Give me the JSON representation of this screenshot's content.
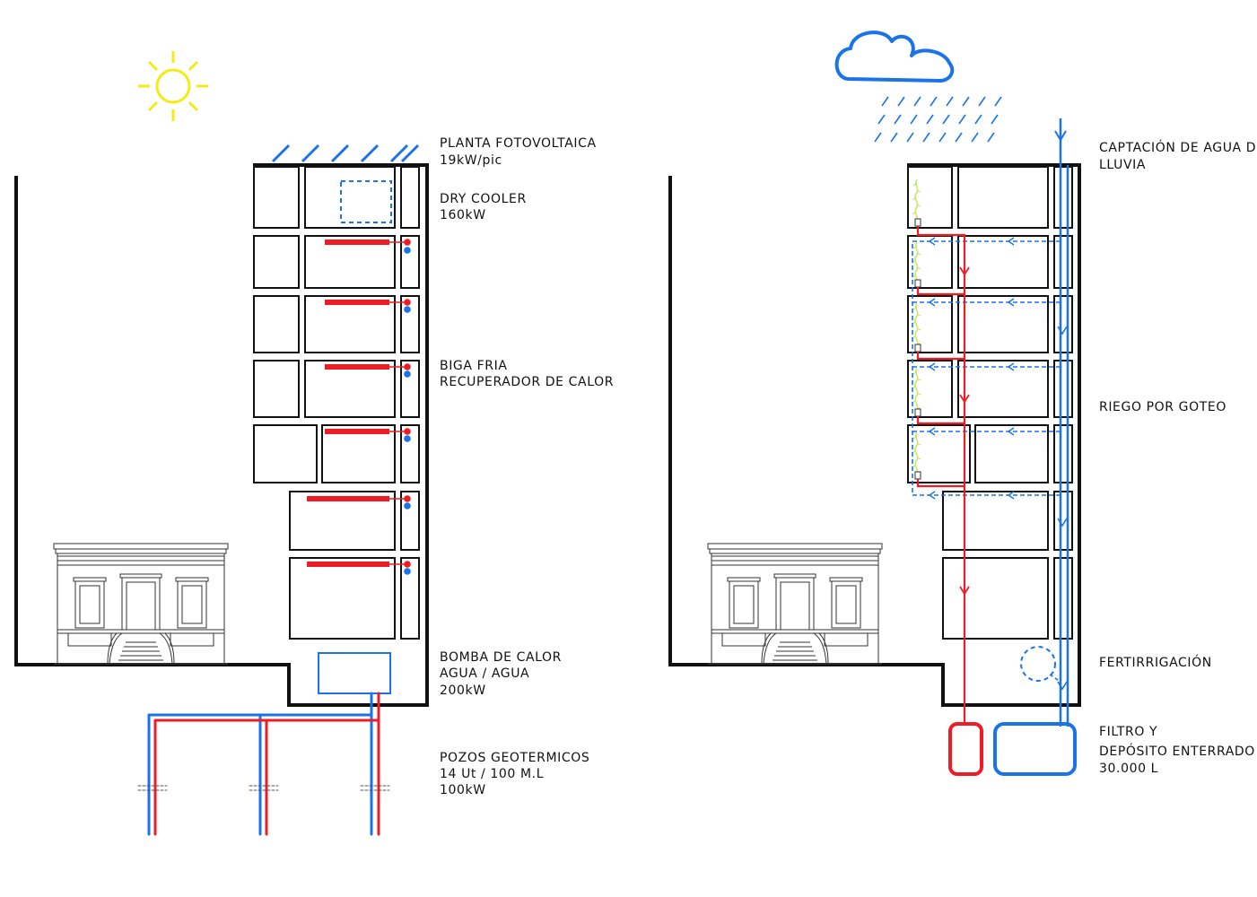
{
  "colors": {
    "hot": "#ee1c24",
    "cold": "#1a73e8",
    "sun": "#f5ea14",
    "plant": "#c8e86a",
    "line": "#111111"
  },
  "icons": [
    "sun-icon",
    "cloud-icon",
    "rain-icon",
    "photovoltaic-panels-icon",
    "historic-building-icon",
    "plant-icon"
  ],
  "left_panel": {
    "labels": [
      {
        "line1": "PLANTA FOTOVOLTAICA",
        "line2": "19kW/pic",
        "line3": ""
      },
      {
        "line1": "DRY COOLER",
        "line2": "160kW",
        "line3": ""
      },
      {
        "line1": "BIGA FRIA",
        "line2": "RECUPERADOR DE CALOR",
        "line3": ""
      },
      {
        "line1": "BOMBA DE CALOR",
        "line2": "AGUA / AGUA",
        "line3": "200kW"
      },
      {
        "line1": "POZOS GEOTERMICOS",
        "line2": "14 Ut / 100 M.L",
        "line3": "100kW"
      }
    ]
  },
  "right_panel": {
    "labels": [
      {
        "line1": "CAPTACIÓN DE AGUA DE",
        "line2": "LLUVIA",
        "line3": ""
      },
      {
        "line1": "RIEGO POR GOTEO",
        "line2": "",
        "line3": ""
      },
      {
        "line1": "FERTIRRIGACIÓN",
        "line2": "",
        "line3": ""
      },
      {
        "line1": "FILTRO Y",
        "line2": "DEPÓSITO ENTERRADO",
        "line3": "30.000 L"
      }
    ]
  }
}
